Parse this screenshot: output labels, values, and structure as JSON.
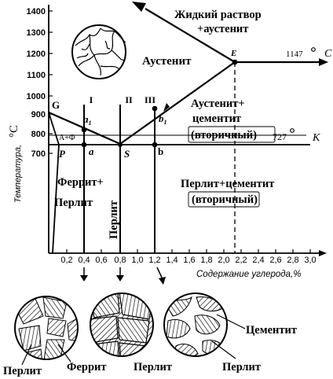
{
  "axes": {
    "y_ticks": [
      "1400",
      "1300",
      "1200",
      "1100",
      "1000",
      "900",
      "800",
      "700"
    ],
    "x_ticks": [
      "0,2",
      "0,4",
      "0,6",
      "0,8",
      "1,0",
      "1,2",
      "1,4",
      "1,6",
      "1,8",
      "2,0",
      "2,2",
      "2,4",
      "2,6",
      "2,8",
      "3,0"
    ],
    "y_label": "Температура,",
    "y_unit": "°C",
    "x_label": "Содержание углерода,%"
  },
  "points": {
    "G": "G",
    "P": "P",
    "a": "a",
    "a1": "a",
    "a1_sub": "1",
    "S": "S",
    "b": "b",
    "b1": "b",
    "b1_sub": "1",
    "E": "E",
    "C": "C",
    "K": "K"
  },
  "temps": {
    "t1147": "1147",
    "t727": "727"
  },
  "verticals": {
    "I": "I",
    "II": "II",
    "III": "III"
  },
  "regions": {
    "liquid_line1": "Жидкий раствор",
    "liquid_line2": "+аустенит",
    "austenite": "Аустенит",
    "aust_cem_line1": "Аустенит+",
    "aust_cem_line2": "цементит",
    "aust_cem_line3": "(вторичный)",
    "a_f": "А+Ф",
    "ferrite_pearlite_line1": "Феррит+",
    "ferrite_pearlite_line2": "Перлит",
    "pearlite": "Перлит",
    "pearlite_cem_line1": "Перлит+цементит",
    "pearlite_cem_line2": "(вторичный)"
  },
  "microstructures": {
    "label_pearlite_left": "Перлит",
    "label_ferrite": "Феррит",
    "label_pearlite_mid": "Перлит",
    "label_cementite": "Цементит",
    "label_pearlite_right": "Перлит"
  }
}
